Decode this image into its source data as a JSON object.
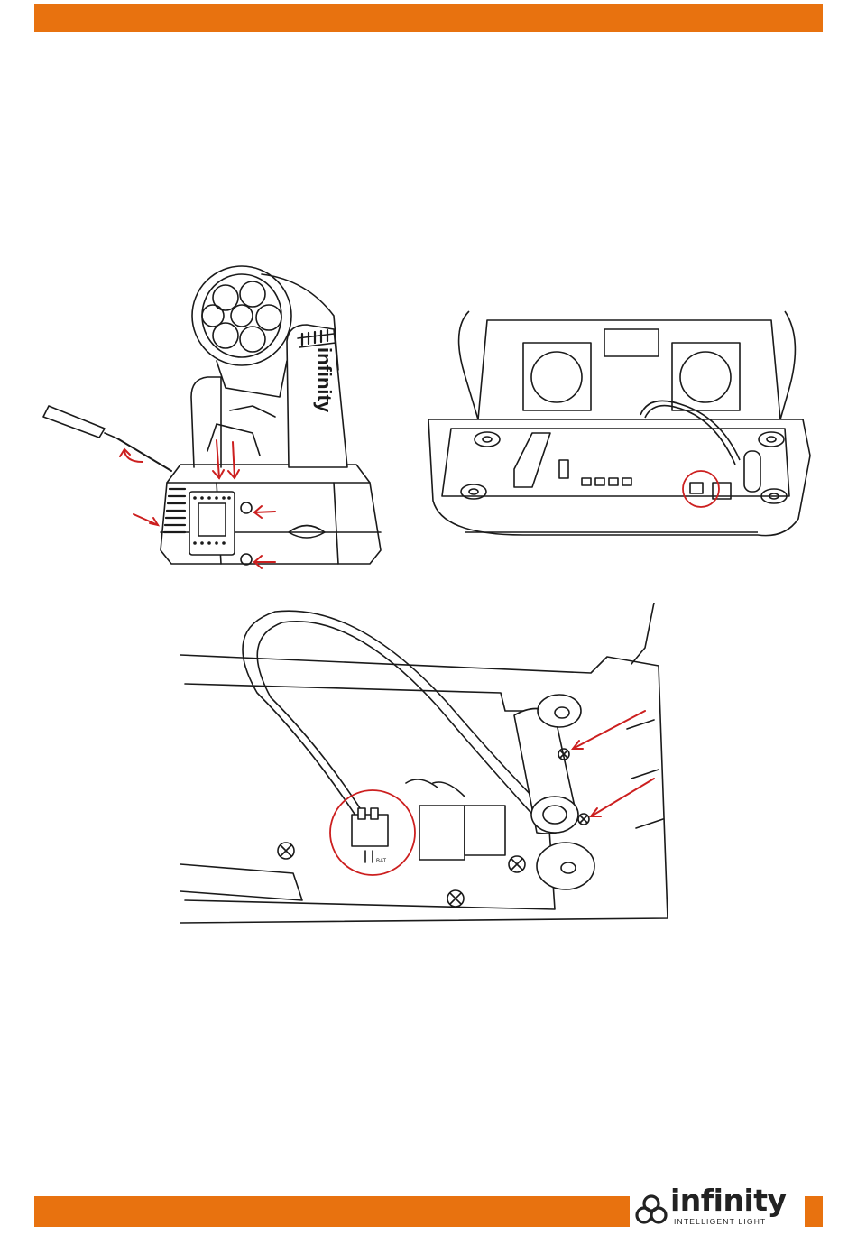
{
  "colors": {
    "accent": "#e8720f",
    "arrow": "#cc1f1f",
    "line": "#1a1a1a"
  },
  "figures": {
    "fixture": {
      "brand_label": "infinity"
    },
    "detail": {
      "connector_label": "BAT"
    }
  },
  "footer": {
    "logo_word": "infinity",
    "logo_tag": "INTELLIGENT LIGHT",
    "logo_mark": "infinity-trefoil-logo"
  }
}
